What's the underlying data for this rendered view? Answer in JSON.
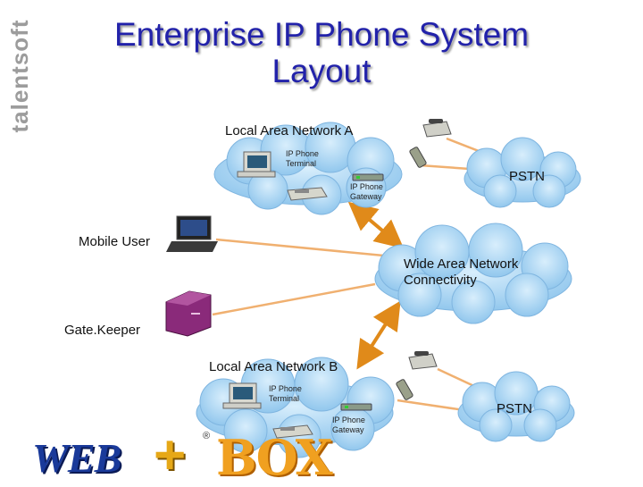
{
  "title": {
    "line1": "Enterprise IP Phone System",
    "line2": "Layout"
  },
  "brand_vertical": "talentsoft",
  "lan_a": {
    "label": "Local Area Network A",
    "terminal_label_1": "IP Phone",
    "terminal_label_2": "Terminal",
    "gateway_label_1": "IP Phone",
    "gateway_label_2": "Gateway"
  },
  "lan_b": {
    "label": "Local Area Network B",
    "terminal_label_1": "IP Phone",
    "terminal_label_2": "Terminal",
    "gateway_label_1": "IP Phone",
    "gateway_label_2": "Gateway"
  },
  "pstn_top": "PSTN",
  "pstn_bottom": "PSTN",
  "wan": {
    "line1": "Wide Area Network",
    "line2": "Connectivity"
  },
  "mobile_user": "Mobile User",
  "gatekeeper": "Gate.Keeper",
  "logo": {
    "web": "WEB",
    "plus": "+",
    "box": "BOX",
    "reg": "®"
  },
  "colors": {
    "title": "#2222aa",
    "cloud": "#a8d4f2",
    "link_line": "#f0b070",
    "arrow": "#e08a1a",
    "logo_blue": "#1a3a9a",
    "logo_orange": "#f0a020"
  }
}
